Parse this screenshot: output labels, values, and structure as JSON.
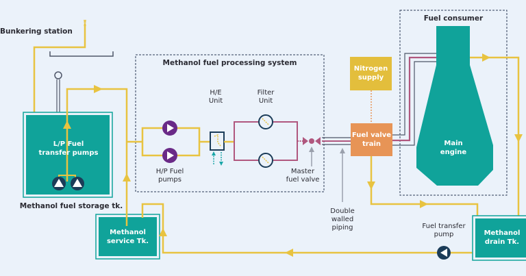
{
  "title": "Methanol fuel system diagram",
  "colors": {
    "background": "#ebf2fa",
    "fuel_line": "#e8c340",
    "teal_tank": "#10a39a",
    "process_line": "#b0577e",
    "pump_purple": "#6a2a87",
    "dark_navy": "#1b3c58",
    "nitrogen": "#e3be3c",
    "valve_train": "#e79456",
    "grey_line": "#4e5668"
  },
  "labels": {
    "bunkering_station": "Bunkering station",
    "storage_tank": "Methanol fuel storage tk.",
    "lp_pumps_line1": "L/P Fuel",
    "lp_pumps_line2": "transfer pumps",
    "processing_system": "Methanol fuel processing system",
    "he_unit_line1": "H/E",
    "he_unit_line2": "Unit",
    "filter_unit_line1": "Filter",
    "filter_unit_line2": "Unit",
    "hp_pumps_line1": "H/P Fuel",
    "hp_pumps_line2": "pumps",
    "master_valve_line1": "Master",
    "master_valve_line2": "fuel valve",
    "nitrogen_line1": "Nitrogen",
    "nitrogen_line2": "supply",
    "valve_train_line1": "Fuel valve",
    "valve_train_line2": "train",
    "fuel_consumer": "Fuel consumer",
    "main_engine_line1": "Main",
    "main_engine_line2": "engine",
    "double_walled_line1": "Double",
    "double_walled_line2": "walled",
    "double_walled_line3": "piping",
    "transfer_pump_line1": "Fuel transfer",
    "transfer_pump_line2": "pump",
    "service_tank_line1": "Methanol",
    "service_tank_line2": "service Tk.",
    "drain_tank_line1": "Methanol",
    "drain_tank_line2": "drain Tk."
  }
}
